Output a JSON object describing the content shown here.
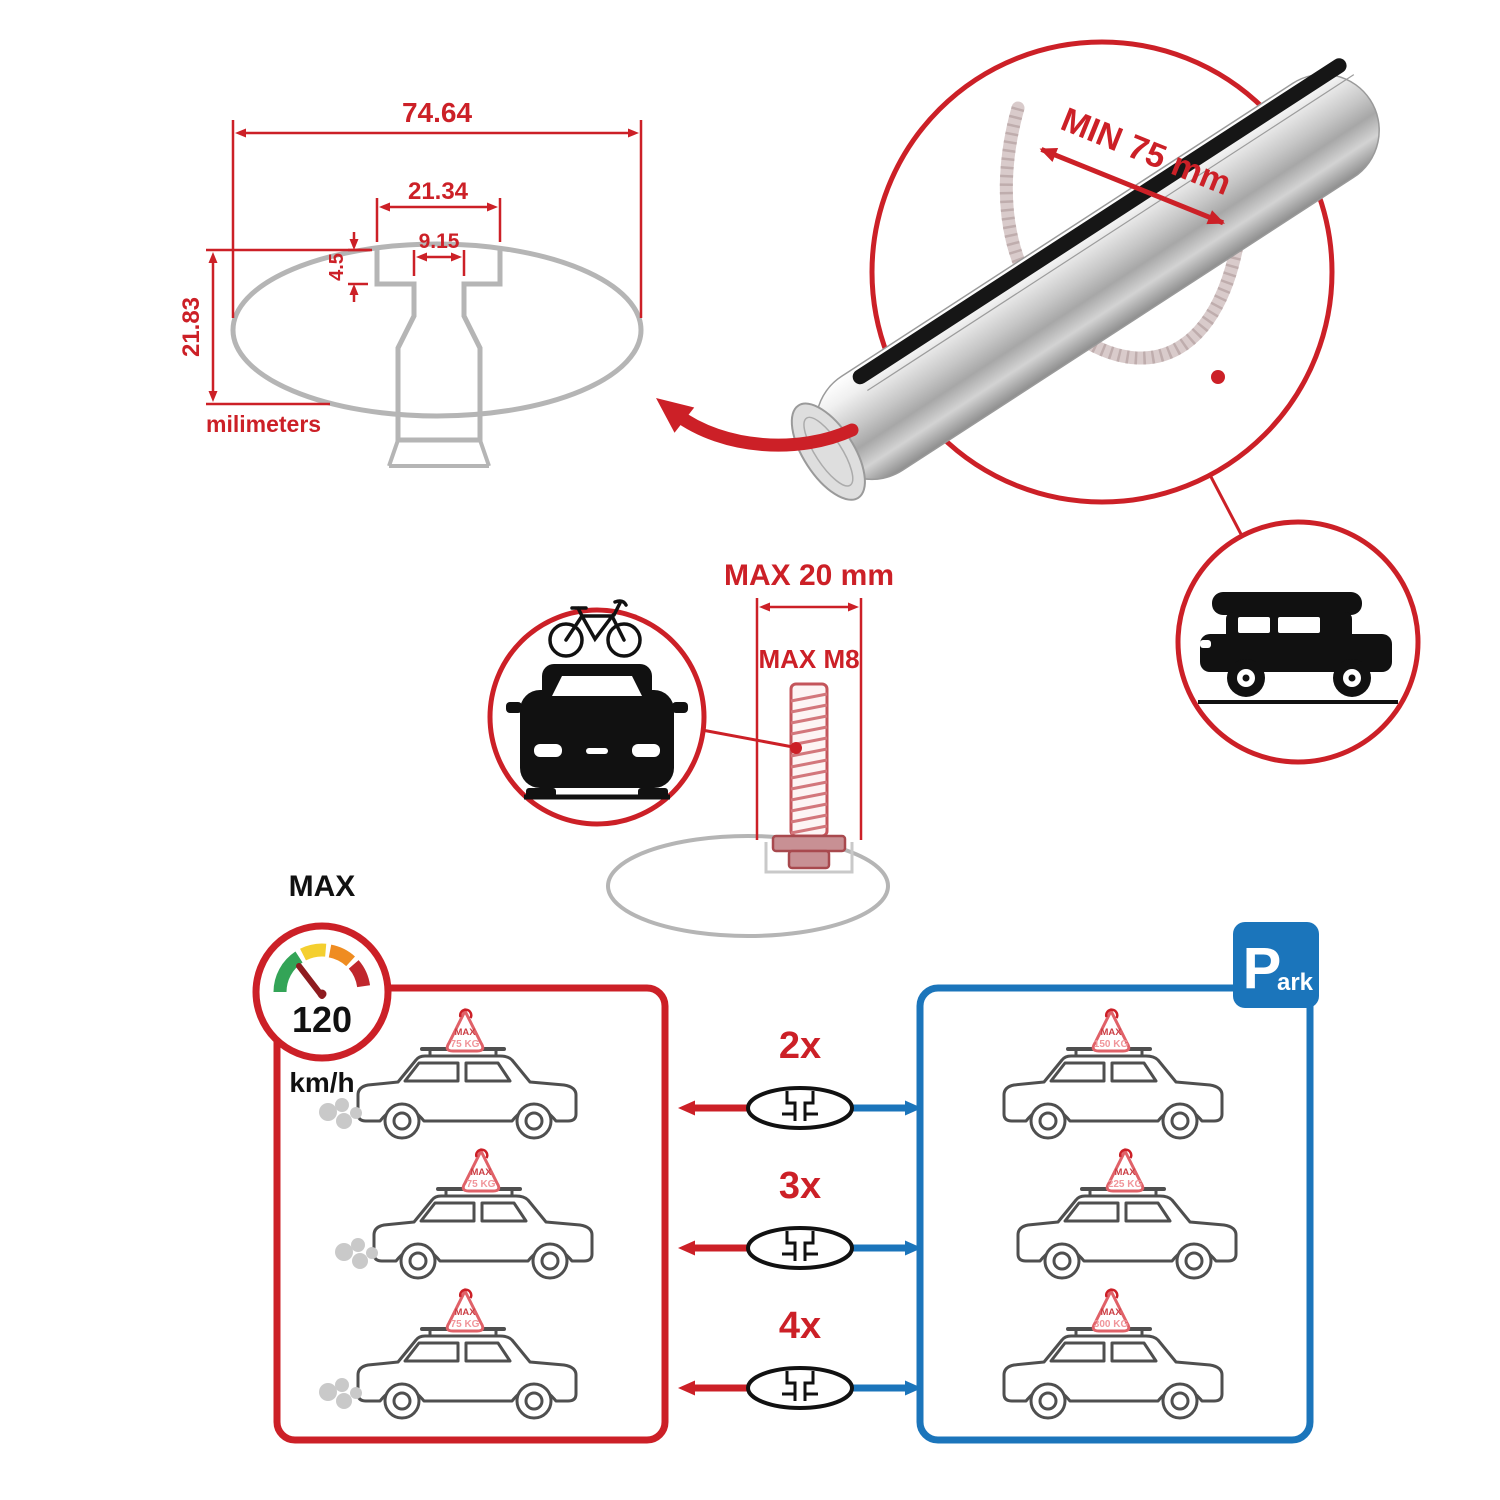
{
  "profile_drawing": {
    "dim_total_width": "74.64",
    "dim_slot_outer": "21.34",
    "dim_slot_inner": "9.15",
    "dim_step": "4.5",
    "dim_total_height": "21.83",
    "units_label": "milimeters"
  },
  "bar_callout": {
    "min_span_label": "MIN 75 mm"
  },
  "bolt_section": {
    "max_width_label": "MAX 20 mm",
    "thread_label": "MAX M8"
  },
  "speed_gauge": {
    "title": "MAX",
    "value": "120",
    "units": "km/h"
  },
  "multiplier_rows": [
    {
      "label": "2x"
    },
    {
      "label": "3x"
    },
    {
      "label": "4x"
    }
  ],
  "driving_panel": {
    "cars": [
      {
        "max": "MAX",
        "load": "75 KG"
      },
      {
        "max": "MAX",
        "load": "75 KG"
      },
      {
        "max": "MAX",
        "load": "75 KG"
      }
    ]
  },
  "parking_panel": {
    "sign_p": "P",
    "sign_ark": "ark",
    "cars": [
      {
        "max": "MAX",
        "load": "150 KG"
      },
      {
        "max": "MAX",
        "load": "225 KG"
      },
      {
        "max": "MAX",
        "load": "300 KG"
      }
    ]
  },
  "colors": {
    "accent_red": "#cc2027",
    "accent_blue": "#1b75bb",
    "profile_gray": "#b5b5b5"
  }
}
